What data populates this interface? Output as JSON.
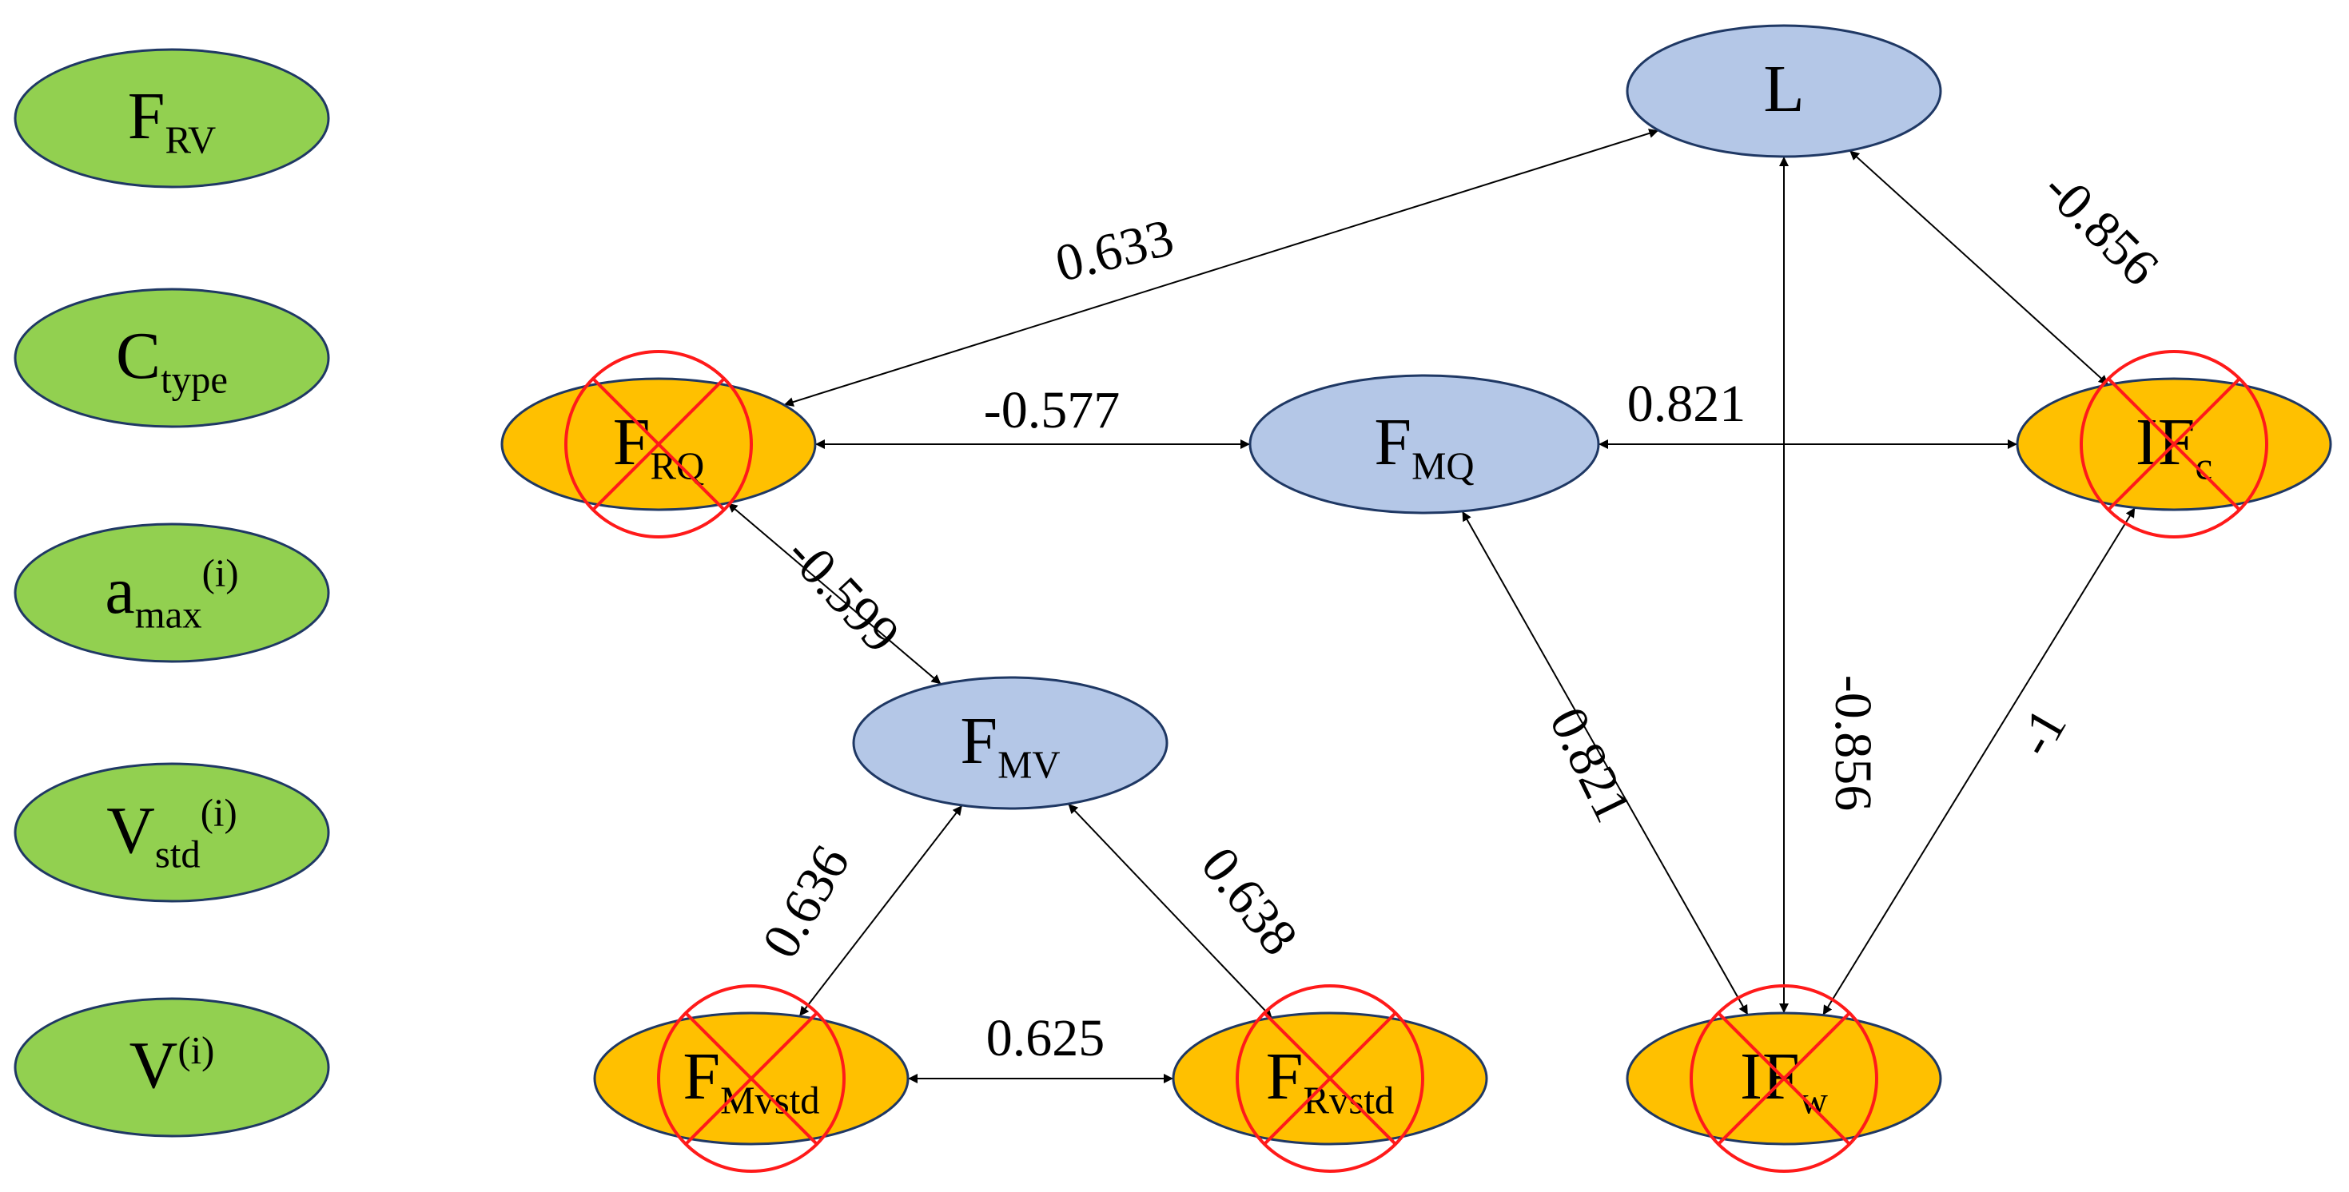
{
  "nodes": {
    "frv": {
      "main": "F",
      "sub": "RV",
      "sup": "",
      "group": "legend"
    },
    "ctype": {
      "main": "C",
      "sub": "type",
      "sup": "",
      "group": "legend"
    },
    "amax": {
      "main": "a",
      "sub": "max",
      "sup": "(i)",
      "group": "legend"
    },
    "vstd": {
      "main": "V",
      "sub": "std",
      "sup": "(i)",
      "group": "legend"
    },
    "v": {
      "main": "V",
      "sub": "",
      "sup": "(i)",
      "group": "legend"
    },
    "l": {
      "main": "L",
      "sub": "",
      "sup": "",
      "group": "kept"
    },
    "frq": {
      "main": "F",
      "sub": "RQ",
      "sup": "",
      "group": "removed"
    },
    "fmq": {
      "main": "F",
      "sub": "MQ",
      "sup": "",
      "group": "kept"
    },
    "ifc": {
      "main": "IF",
      "sub": "c",
      "sup": "",
      "group": "removed"
    },
    "fmv": {
      "main": "F",
      "sub": "MV",
      "sup": "",
      "group": "kept"
    },
    "fmvstd": {
      "main": "F",
      "sub": "Mvstd",
      "sup": "",
      "group": "removed"
    },
    "frvstd": {
      "main": "F",
      "sub": "Rvstd",
      "sup": "",
      "group": "removed"
    },
    "ifw": {
      "main": "IF",
      "sub": "w",
      "sup": "",
      "group": "removed"
    }
  },
  "edges": [
    {
      "from": "frq",
      "to": "l",
      "label": "0.633"
    },
    {
      "from": "frq",
      "to": "fmq",
      "label": "-0.577"
    },
    {
      "from": "fmq",
      "to": "ifc",
      "label": "0.821"
    },
    {
      "from": "l",
      "to": "ifc",
      "label": "-0.856"
    },
    {
      "from": "frq",
      "to": "fmv",
      "label": "-0.599"
    },
    {
      "from": "fmq",
      "to": "ifw",
      "label": "0.821"
    },
    {
      "from": "l",
      "to": "ifw",
      "label": "-0.856"
    },
    {
      "from": "ifc",
      "to": "ifw",
      "label": "-1"
    },
    {
      "from": "fmv",
      "to": "fmvstd",
      "label": "0.636"
    },
    {
      "from": "fmv",
      "to": "frvstd",
      "label": "0.638"
    },
    {
      "from": "fmvstd",
      "to": "frvstd",
      "label": "0.625"
    }
  ],
  "colors": {
    "legend_fill": "#92d050",
    "kept_fill": "#b4c7e7",
    "removed_fill": "#ffc000",
    "outline": "#1f3864",
    "cross": "#ff1a1a",
    "edge": "#000000"
  }
}
